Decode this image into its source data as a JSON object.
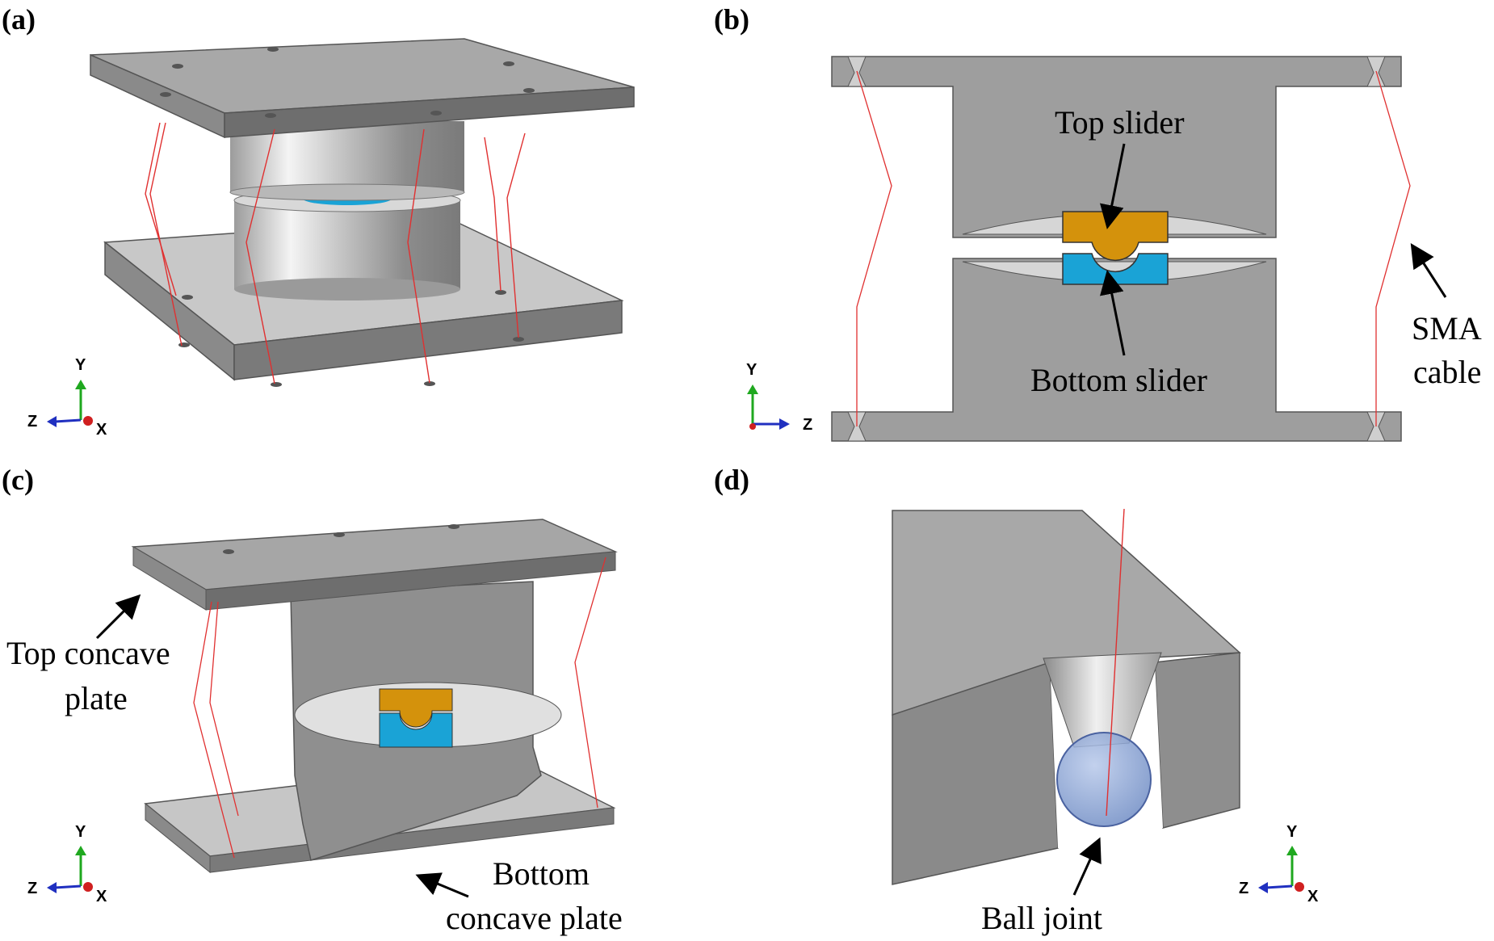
{
  "panels": [
    {
      "label": "(a)"
    },
    {
      "label": "(b)",
      "annotations": {
        "top_slider": "Top slider",
        "bottom_slider": "Bottom slider",
        "cable_line1": "SMA",
        "cable_line2": "cable"
      }
    },
    {
      "label": "(c)",
      "annotations": {
        "top_plate_line1": "Top concave",
        "top_plate_line2": "plate",
        "bottom_plate_line1": "Bottom",
        "bottom_plate_line2": "concave plate"
      }
    },
    {
      "label": "(d)",
      "annotations": {
        "ball_joint": "Ball joint"
      }
    }
  ],
  "axis_triads": {
    "a": {
      "up": "Y",
      "left": "Z",
      "right": "X"
    },
    "b": {
      "up": "Y",
      "right": "Z"
    },
    "c": {
      "up": "Y",
      "left": "Z",
      "right": "X"
    },
    "d": {
      "up": "Y",
      "left": "Z",
      "right": "X"
    }
  },
  "colors": {
    "steel": "#9a9a9a",
    "steel_light": "#cfcfcf",
    "steel_dark": "#6e6e6e",
    "top_slider": "#d4920c",
    "bottom_slider": "#1aa3d6",
    "cable": "#e03030",
    "ball": "#7f9dd0",
    "axis_y": "#1fa81f",
    "axis_z": "#2030c0",
    "axis_x": "#d02020"
  }
}
